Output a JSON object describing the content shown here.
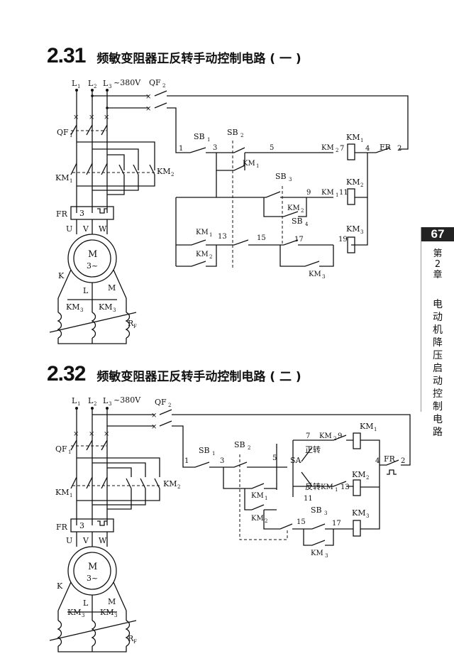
{
  "section1": {
    "number": "2.31",
    "title": "频敏变阻器正反转手动控制电路 ( 一 )"
  },
  "section2": {
    "number": "2.32",
    "title": "频敏变阻器正反转手动控制电路 ( 二 )"
  },
  "page": {
    "number": "67",
    "chapter": "第 2 章",
    "chapter_title": "电动机降压启动控制电路"
  },
  "labels": {
    "L1": "L",
    "L1_sub": "1",
    "L2": "L",
    "L2_sub": "2",
    "L3": "L",
    "L3_sub": "3",
    "voltage": "~380V",
    "QF1": "QF",
    "QF1_sub": "1",
    "QF2": "QF",
    "QF2_sub": "2",
    "KM1": "KM",
    "KM1_sub": "1",
    "KM2": "KM",
    "KM2_sub": "2",
    "KM3": "KM",
    "KM3_sub": "3",
    "FR": "FR",
    "FR_box": "3",
    "U": "U",
    "V": "V",
    "W": "W",
    "motor": "M",
    "motor_phase": "3~",
    "K": "K",
    "L": "L",
    "M": "M",
    "RF": "R",
    "RF_sub": "F",
    "SB1": "SB",
    "SB1_sub": "1",
    "SB2": "SB",
    "SB2_sub": "2",
    "SB3": "SB",
    "SB3_sub": "3",
    "SB4": "SB",
    "SB4_sub": "4",
    "SA": "SA",
    "forward": "正转",
    "reverse": "反转"
  },
  "nodes1": [
    "1",
    "3",
    "5",
    "7",
    "4",
    "2",
    "9",
    "11",
    "13",
    "15",
    "17",
    "19"
  ],
  "nodes2": [
    "1",
    "3",
    "5",
    "7",
    "9",
    "4",
    "2",
    "13",
    "11",
    "15",
    "17"
  ]
}
